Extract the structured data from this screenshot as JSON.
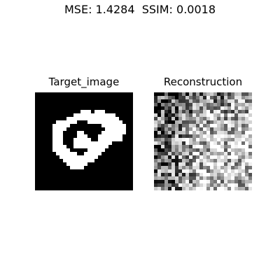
{
  "figure": {
    "metrics_text": "MSE: 1.4284  SSIM: 0.0018"
  },
  "panels": {
    "target": {
      "title": "Target_image"
    },
    "reconstruction": {
      "title": "Reconstruction"
    }
  },
  "colors": {
    "background": "#ffffff",
    "text": "#000000",
    "target_background": "#000000",
    "target_digit": "#ffffff"
  }
}
